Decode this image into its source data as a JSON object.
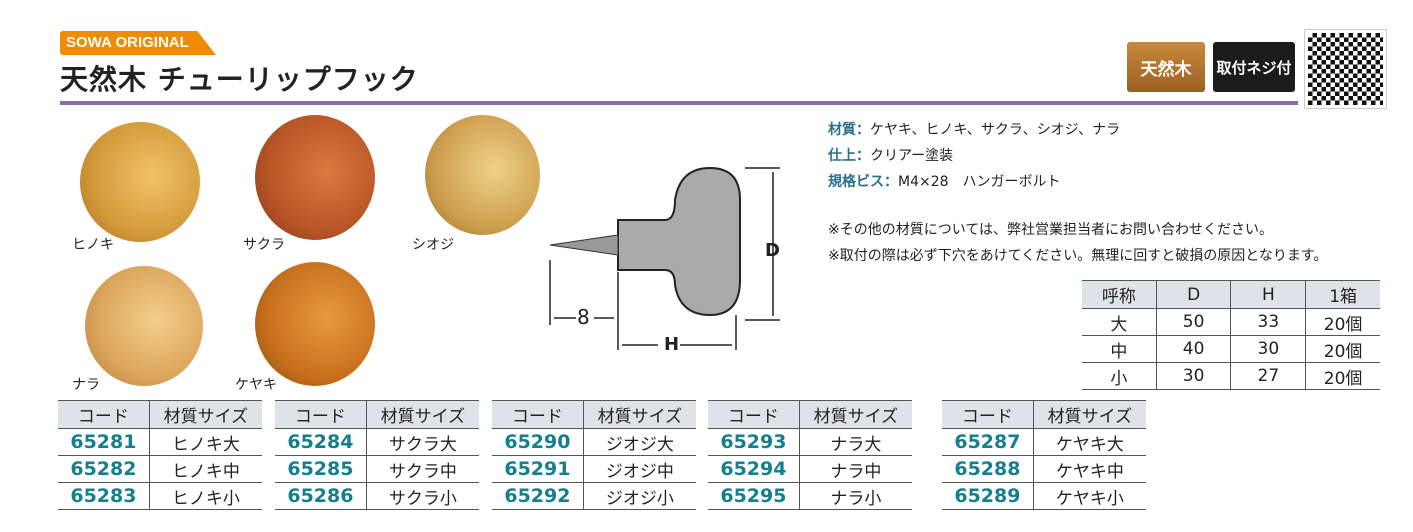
{
  "brand": "SOWA ORIGINAL",
  "title": "天然木 チューリップフック",
  "badges": {
    "wood": "天然木",
    "screw": "取付ネジ付"
  },
  "knobs": [
    {
      "label": "ヒノキ"
    },
    {
      "label": "サクラ"
    },
    {
      "label": "シオジ"
    },
    {
      "label": "ナラ"
    },
    {
      "label": "ケヤキ"
    }
  ],
  "diagram": {
    "d": "D",
    "h": "H",
    "screw_len": "8"
  },
  "specs": [
    {
      "label": "材質：",
      "value": "ケヤキ、ヒノキ、サクラ、シオジ、ナラ"
    },
    {
      "label": "仕上：",
      "value": "クリアー塗装"
    },
    {
      "label": "規格ビス：",
      "value": "M4×28　ハンガーボルト"
    }
  ],
  "notes": [
    "※その他の材質については、弊社営業担当者にお問い合わせください。",
    "※取付の際は必ず下穴をあけてください。無理に回すと破損の原因となります。"
  ],
  "size_table": {
    "headers": [
      "呼称",
      "D",
      "H",
      "1箱"
    ],
    "rows": [
      [
        "大",
        "50",
        "33",
        "20個"
      ],
      [
        "中",
        "40",
        "30",
        "20個"
      ],
      [
        "小",
        "30",
        "27",
        "20個"
      ]
    ]
  },
  "code_tables": [
    {
      "headers": [
        "コード",
        "材質サイズ"
      ],
      "rows": [
        [
          "65281",
          "ヒノキ大"
        ],
        [
          "65282",
          "ヒノキ中"
        ],
        [
          "65283",
          "ヒノキ小"
        ]
      ]
    },
    {
      "headers": [
        "コード",
        "材質サイズ"
      ],
      "rows": [
        [
          "65284",
          "サクラ大"
        ],
        [
          "65285",
          "サクラ中"
        ],
        [
          "65286",
          "サクラ小"
        ]
      ]
    },
    {
      "headers": [
        "コード",
        "材質サイズ"
      ],
      "rows": [
        [
          "65290",
          "ジオジ大"
        ],
        [
          "65291",
          "ジオジ中"
        ],
        [
          "65292",
          "ジオジ小"
        ]
      ]
    },
    {
      "headers": [
        "コード",
        "材質サイズ"
      ],
      "rows": [
        [
          "65293",
          "ナラ大"
        ],
        [
          "65294",
          "ナラ中"
        ],
        [
          "65295",
          "ナラ小"
        ]
      ]
    },
    {
      "headers": [
        "コード",
        "材質サイズ"
      ],
      "rows": [
        [
          "65287",
          "ケヤキ大"
        ],
        [
          "65288",
          "ケヤキ中"
        ],
        [
          "65289",
          "ケヤキ小"
        ]
      ]
    }
  ]
}
